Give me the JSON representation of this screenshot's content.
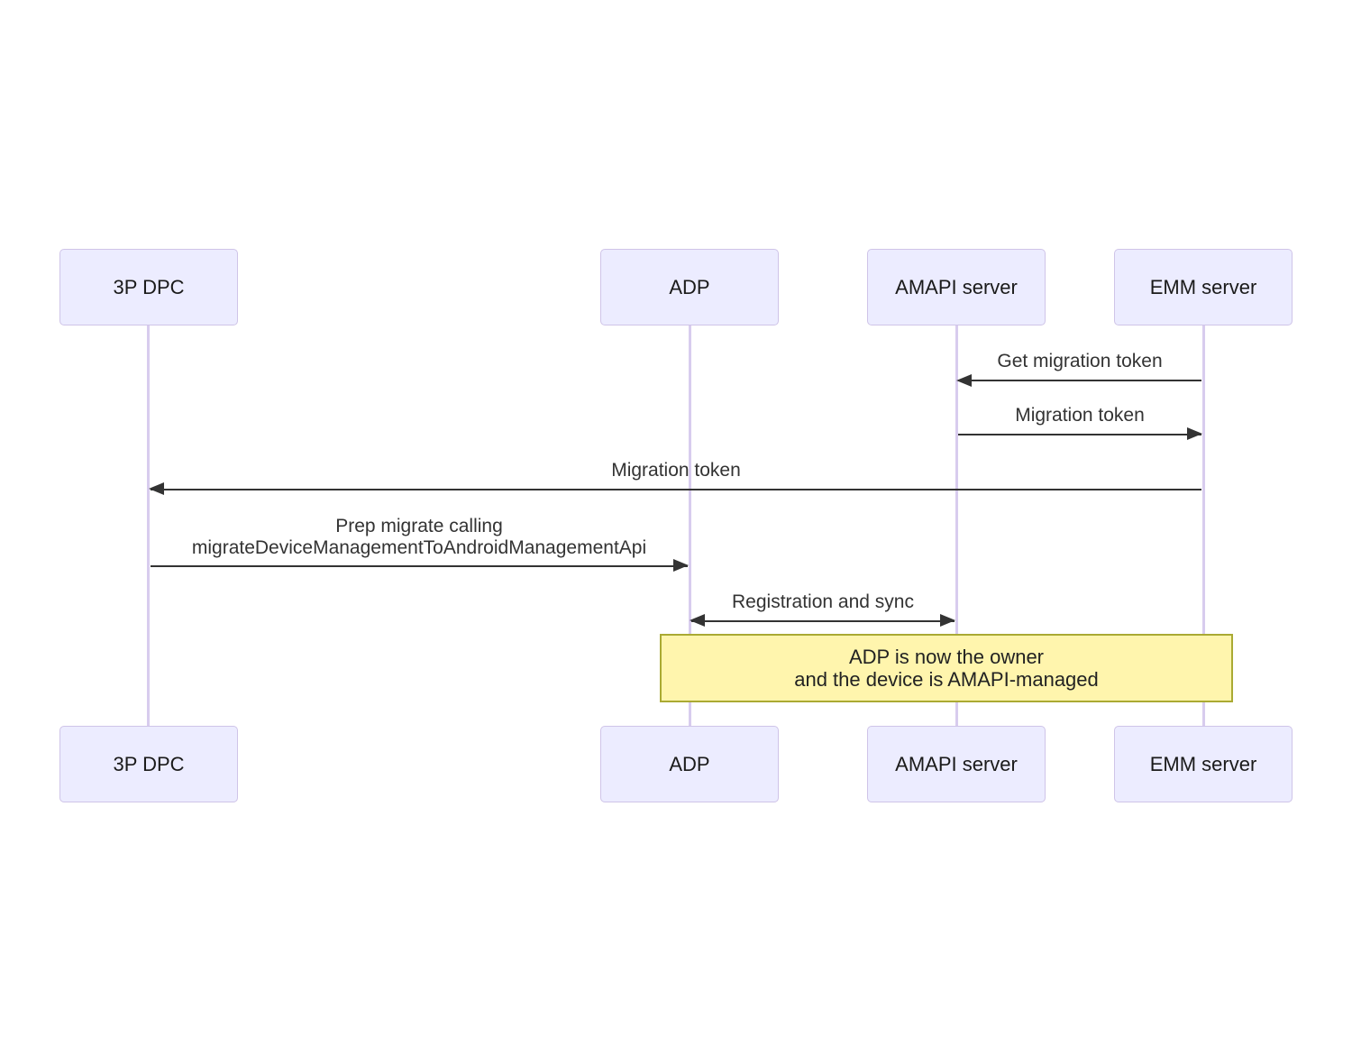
{
  "diagram": {
    "type": "sequence-diagram",
    "actors": [
      {
        "label": "3P DPC"
      },
      {
        "label": "ADP"
      },
      {
        "label": "AMAPI server"
      },
      {
        "label": "EMM server"
      }
    ],
    "messages": [
      {
        "from": "EMM server",
        "to": "AMAPI server",
        "label": "Get migration token",
        "arrow": "left"
      },
      {
        "from": "AMAPI server",
        "to": "EMM server",
        "label": "Migration token",
        "arrow": "right"
      },
      {
        "from": "EMM server",
        "to": "3P DPC",
        "label": "Migration token",
        "arrow": "left"
      },
      {
        "from": "3P DPC",
        "to": "ADP",
        "lines": [
          "Prep migrate calling",
          "migrateDeviceManagementToAndroidManagementApi"
        ],
        "arrow": "right"
      },
      {
        "from": "ADP",
        "to": "AMAPI server",
        "label": "Registration and sync",
        "arrow": "both"
      }
    ],
    "note": {
      "over": "ADP, EMM server",
      "lines": [
        "ADP is now the owner",
        "and the device is AMAPI-managed"
      ]
    },
    "colors": {
      "background": "#ffffff",
      "actor_fill": "#ececff",
      "actor_border": "#cfc4e8",
      "actor_text": "#1a1a1a",
      "lifeline": "#d8ccee",
      "arrow": "#333333",
      "message_text": "#333333",
      "note_fill": "#fff5ad",
      "note_border": "#aaaa33",
      "note_text": "#222222"
    }
  }
}
